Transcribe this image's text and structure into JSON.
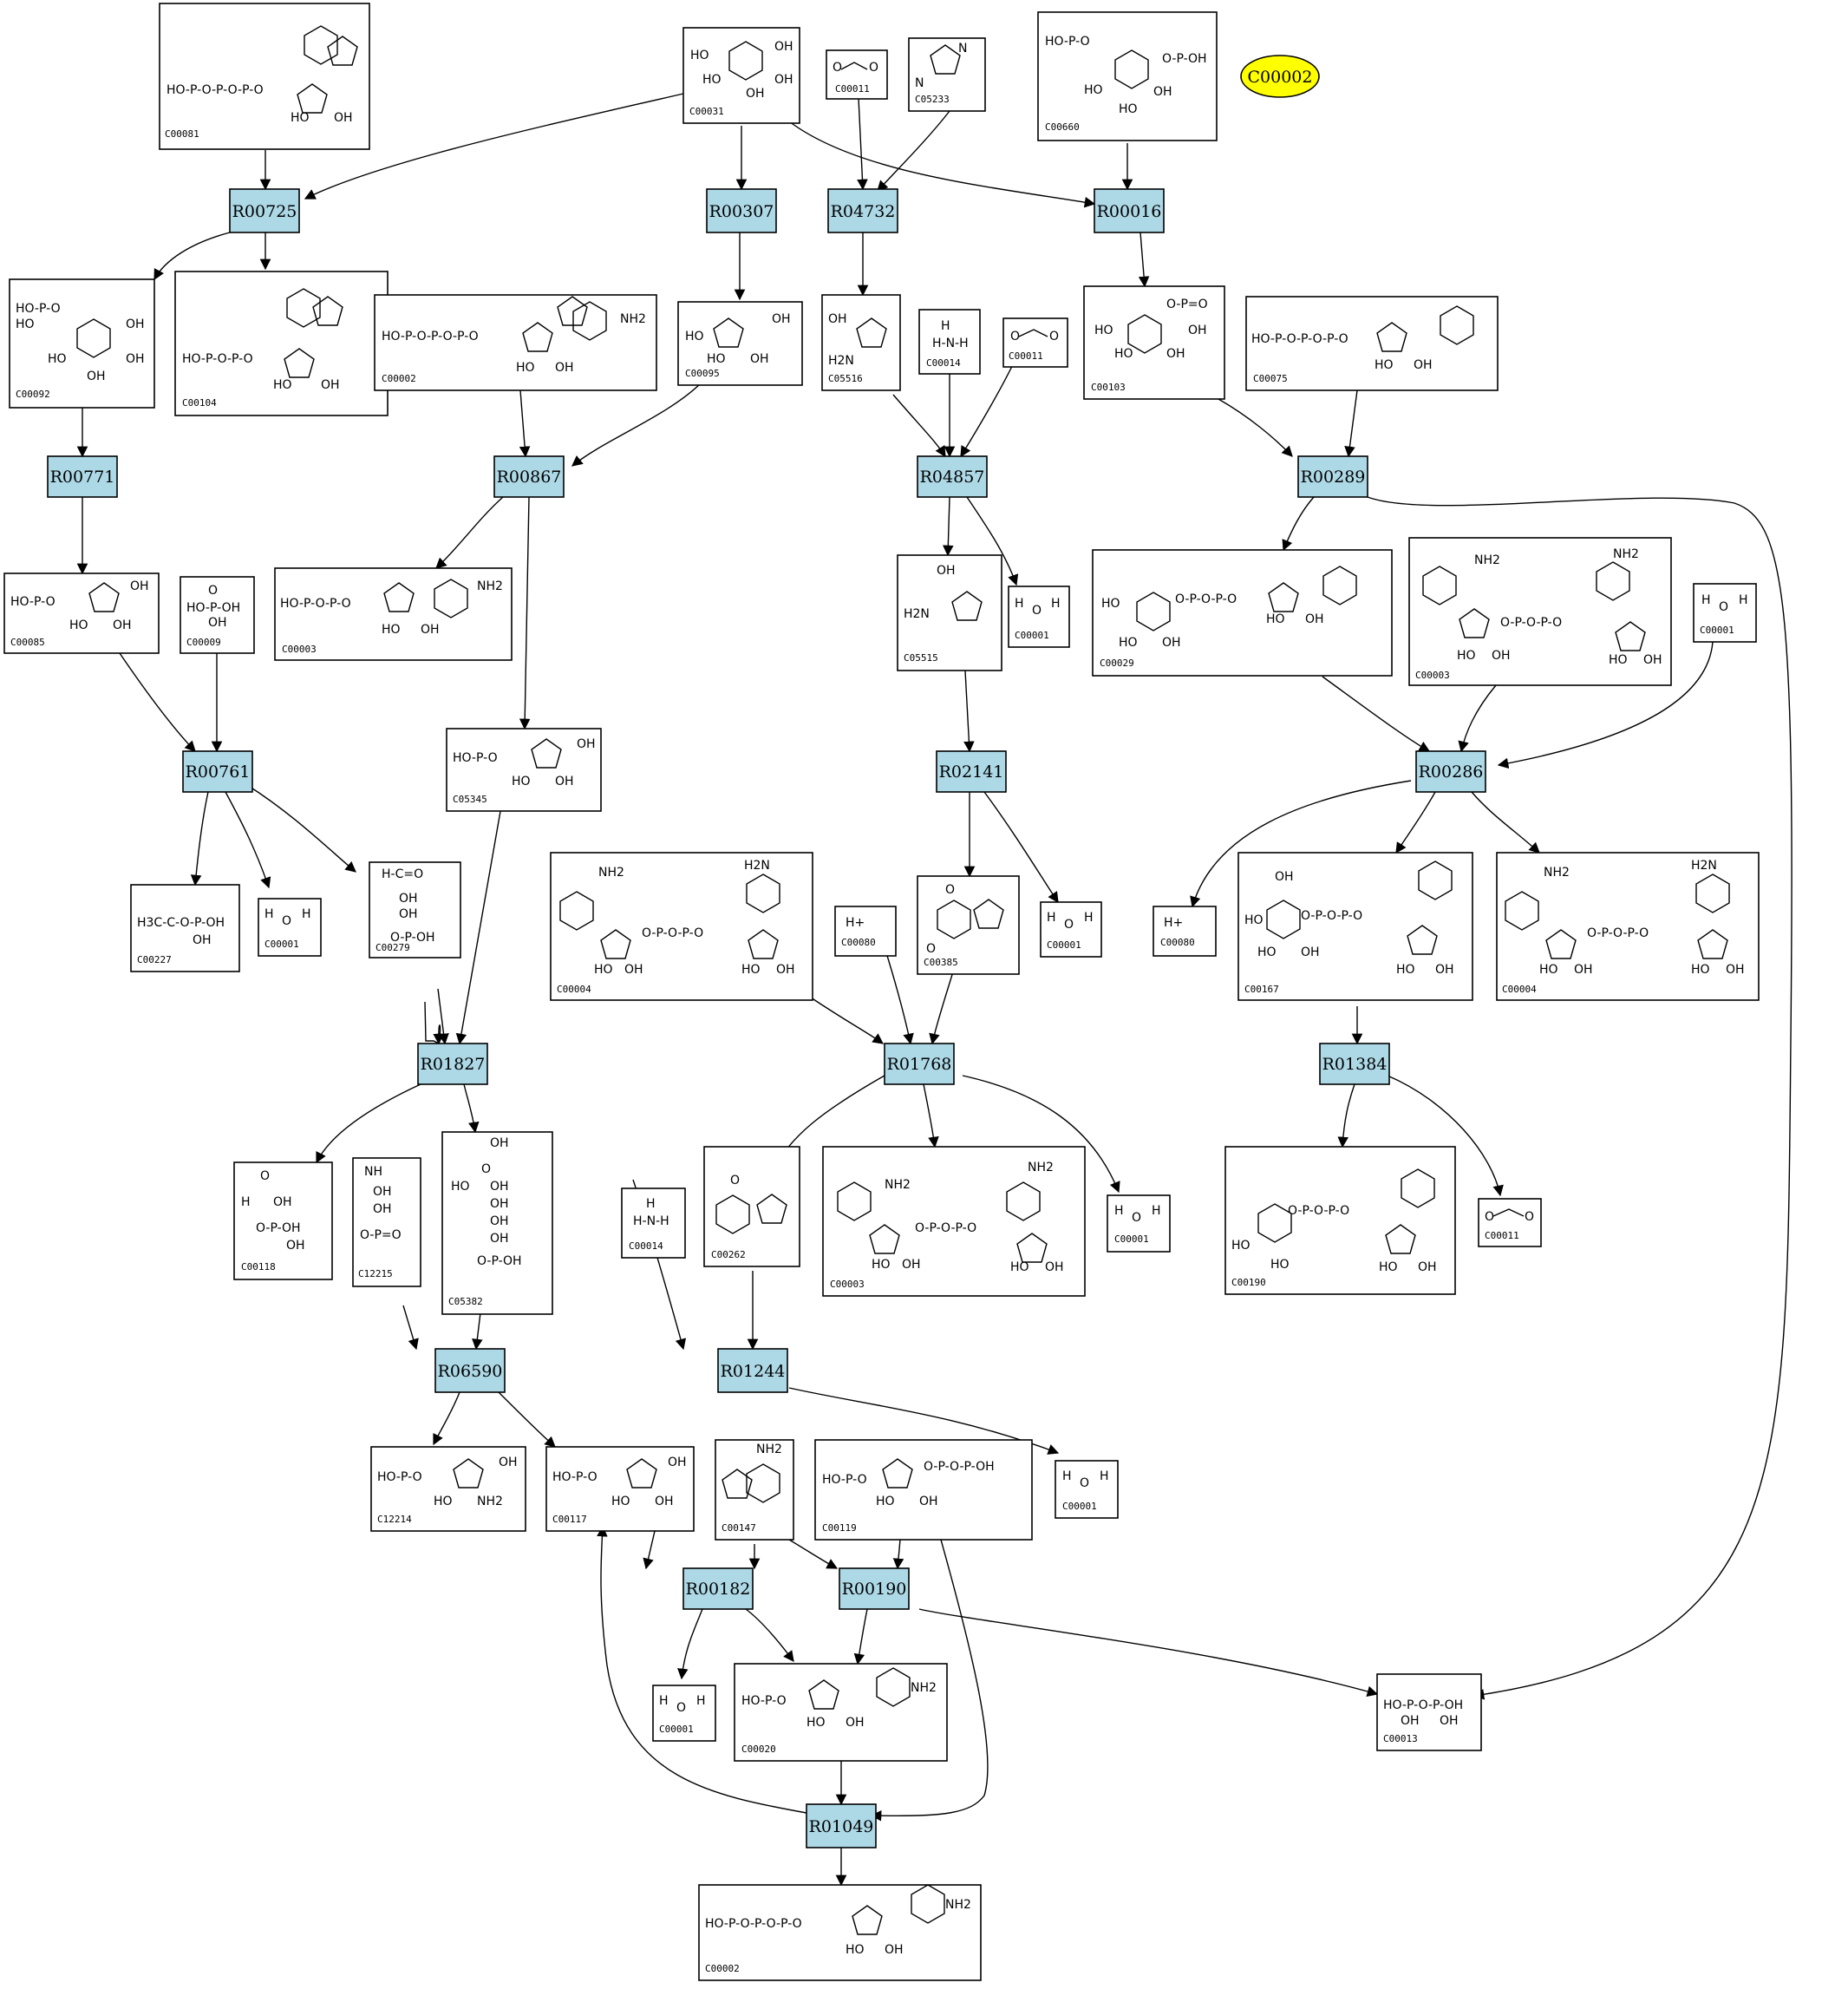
{
  "highlight": {
    "label": "C00002",
    "color": "#ffff00"
  },
  "colors": {
    "reaction_fill": "#add8e6",
    "compound_fill": "#ffffff"
  },
  "reactions": [
    "R00725",
    "R00307",
    "R04732",
    "R00016",
    "R00771",
    "R00867",
    "R04857",
    "R00289",
    "R00761",
    "R02141",
    "R00286",
    "R01827",
    "R01768",
    "R01384",
    "R06590",
    "R01244",
    "R00182",
    "R00190",
    "R01049"
  ],
  "compounds": [
    "C00081",
    "C00031",
    "C00011",
    "C05233",
    "C00660",
    "C00092",
    "C00104",
    "C00002",
    "C00095",
    "C05516",
    "C00014",
    "C00011",
    "C00103",
    "C00075",
    "C00085",
    "C00009",
    "C00003",
    "C05515",
    "C00001",
    "C00029",
    "C00003",
    "C00001",
    "C05345",
    "C00227",
    "C00001",
    "C00279",
    "C00004",
    "C00080",
    "C00385",
    "C00001",
    "C00080",
    "C00167",
    "C00004",
    "C00118",
    "C12215",
    "C05382",
    "C00014",
    "C00262",
    "C00003",
    "C00001",
    "C00190",
    "C00011",
    "C12214",
    "C00117",
    "C00147",
    "C00119",
    "C00001",
    "C00001",
    "C00020",
    "C00013",
    "C00002"
  ]
}
